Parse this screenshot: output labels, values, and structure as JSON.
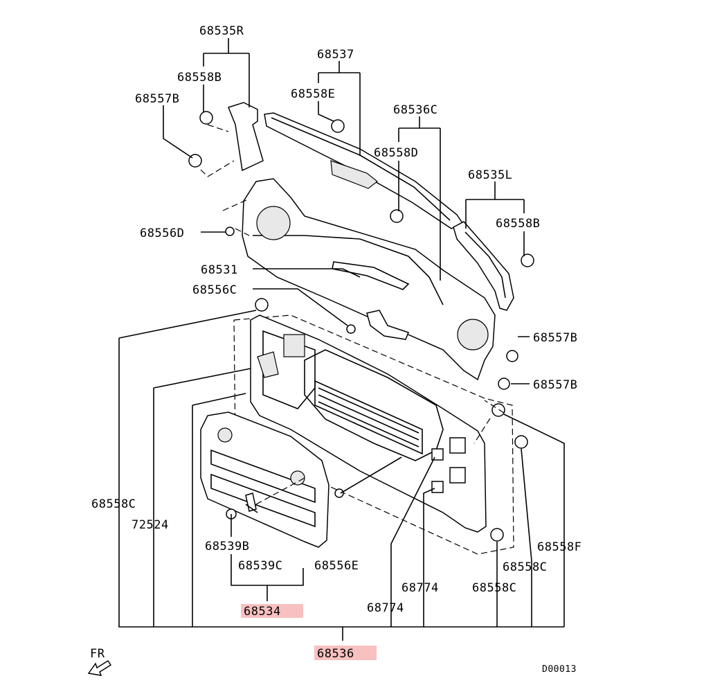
{
  "labels": {
    "p68535R": "68535R",
    "p68558B_top": "68558B",
    "p68557B_top": "68557B",
    "p68537": "68537",
    "p68558E": "68558E",
    "p68536C": "68536C",
    "p68558D": "68558D",
    "p68535L": "68535L",
    "p68558B_right": "68558B",
    "p68556D": "68556D",
    "p68531": "68531",
    "p68556C": "68556C",
    "p68557B_r1": "68557B",
    "p68557B_r2": "68557B",
    "p68558C_left": "68558C",
    "p72524": "72524",
    "p68539B": "68539B",
    "p68539C": "68539C",
    "p68556E": "68556E",
    "p68534": "68534",
    "p68774_a": "68774",
    "p68774_b": "68774",
    "p68558C_mid": "68558C",
    "p68558C_right": "68558C",
    "p68558F": "68558F",
    "p68536": "68536"
  },
  "footer": {
    "fr": "FR",
    "code": "D00013"
  },
  "highlight_color": "#f8c0c0"
}
